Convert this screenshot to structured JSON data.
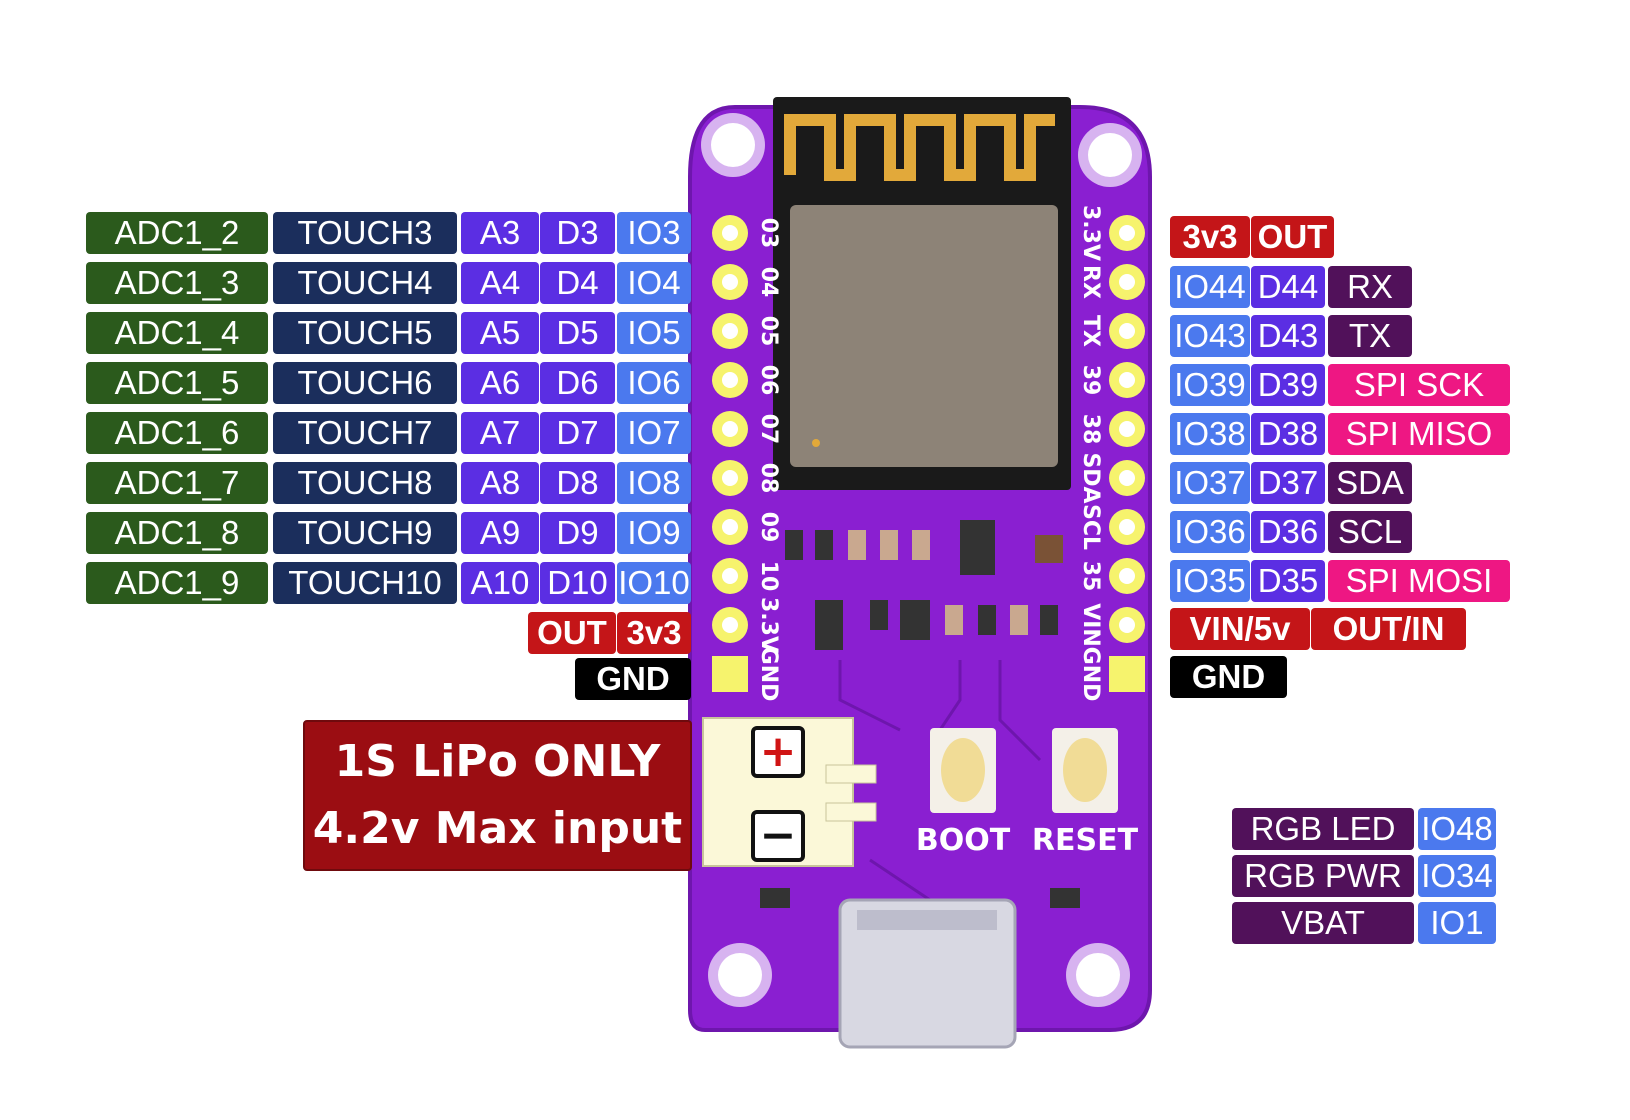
{
  "colors": {
    "adc": "#2b5a1c",
    "touch": "#1b2e5c",
    "analog": "#5b2ee3",
    "digital": "#5b2ee3",
    "io": "#4b79ee",
    "power": "#c41518",
    "gnd": "#000000",
    "uart": "#51115a",
    "spi": "#ee1783",
    "i2c": "#51115a",
    "misc": "#51115a",
    "pcb": "#8a1fd1",
    "pcb_dark": "#6e16ad",
    "pin_pad": "#f6f36d",
    "warning": "#9b0d12"
  },
  "left_rows": [
    {
      "adc": "ADC1_2",
      "touch": "TOUCH3",
      "analog": "A3",
      "digital": "D3",
      "io": "IO3"
    },
    {
      "adc": "ADC1_3",
      "touch": "TOUCH4",
      "analog": "A4",
      "digital": "D4",
      "io": "IO4"
    },
    {
      "adc": "ADC1_4",
      "touch": "TOUCH5",
      "analog": "A5",
      "digital": "D5",
      "io": "IO5"
    },
    {
      "adc": "ADC1_5",
      "touch": "TOUCH6",
      "analog": "A6",
      "digital": "D6",
      "io": "IO6"
    },
    {
      "adc": "ADC1_6",
      "touch": "TOUCH7",
      "analog": "A7",
      "digital": "D7",
      "io": "IO7"
    },
    {
      "adc": "ADC1_7",
      "touch": "TOUCH8",
      "analog": "A8",
      "digital": "D8",
      "io": "IO8"
    },
    {
      "adc": "ADC1_8",
      "touch": "TOUCH9",
      "analog": "A9",
      "digital": "D9",
      "io": "IO9"
    },
    {
      "adc": "ADC1_9",
      "touch": "TOUCH10",
      "analog": "A10",
      "digital": "D10",
      "io": "IO10"
    }
  ],
  "left_power": {
    "out_label": "OUT",
    "out_voltage": "3v3",
    "gnd": "GND"
  },
  "right_power_top": {
    "voltage": "3v3",
    "out_label": "OUT"
  },
  "right_rows": [
    {
      "io": "IO44",
      "digital": "D44",
      "func": "RX",
      "kind": "uart"
    },
    {
      "io": "IO43",
      "digital": "D43",
      "func": "TX",
      "kind": "uart"
    },
    {
      "io": "IO39",
      "digital": "D39",
      "func": "SPI SCK",
      "kind": "spi"
    },
    {
      "io": "IO38",
      "digital": "D38",
      "func": "SPI MISO",
      "kind": "spi"
    },
    {
      "io": "IO37",
      "digital": "D37",
      "func": "SDA",
      "kind": "i2c"
    },
    {
      "io": "IO36",
      "digital": "D36",
      "func": "SCL",
      "kind": "i2c"
    },
    {
      "io": "IO35",
      "digital": "D35",
      "func": "SPI MOSI",
      "kind": "spi"
    }
  ],
  "right_power_bottom": {
    "vin": "VIN/5v",
    "out_in": "OUT/IN",
    "gnd": "GND"
  },
  "silk_left": [
    "03",
    "04",
    "05",
    "06",
    "07",
    "08",
    "09",
    "10",
    "3.3V",
    "GND"
  ],
  "silk_right": [
    "3.3V",
    "RX",
    "TX",
    "39",
    "38",
    "SDA",
    "SCL",
    "35",
    "VIN",
    "GND"
  ],
  "battery_warning": {
    "line1": "1S LiPo ONLY",
    "line2": "4.2v Max input"
  },
  "buttons": {
    "boot": "BOOT",
    "reset": "RESET"
  },
  "battery_symbols": {
    "plus": "+",
    "minus": "−"
  },
  "extra_pins": [
    {
      "name": "RGB LED",
      "io": "IO48"
    },
    {
      "name": "RGB PWR",
      "io": "IO34"
    },
    {
      "name": "VBAT",
      "io": "IO1"
    }
  ]
}
